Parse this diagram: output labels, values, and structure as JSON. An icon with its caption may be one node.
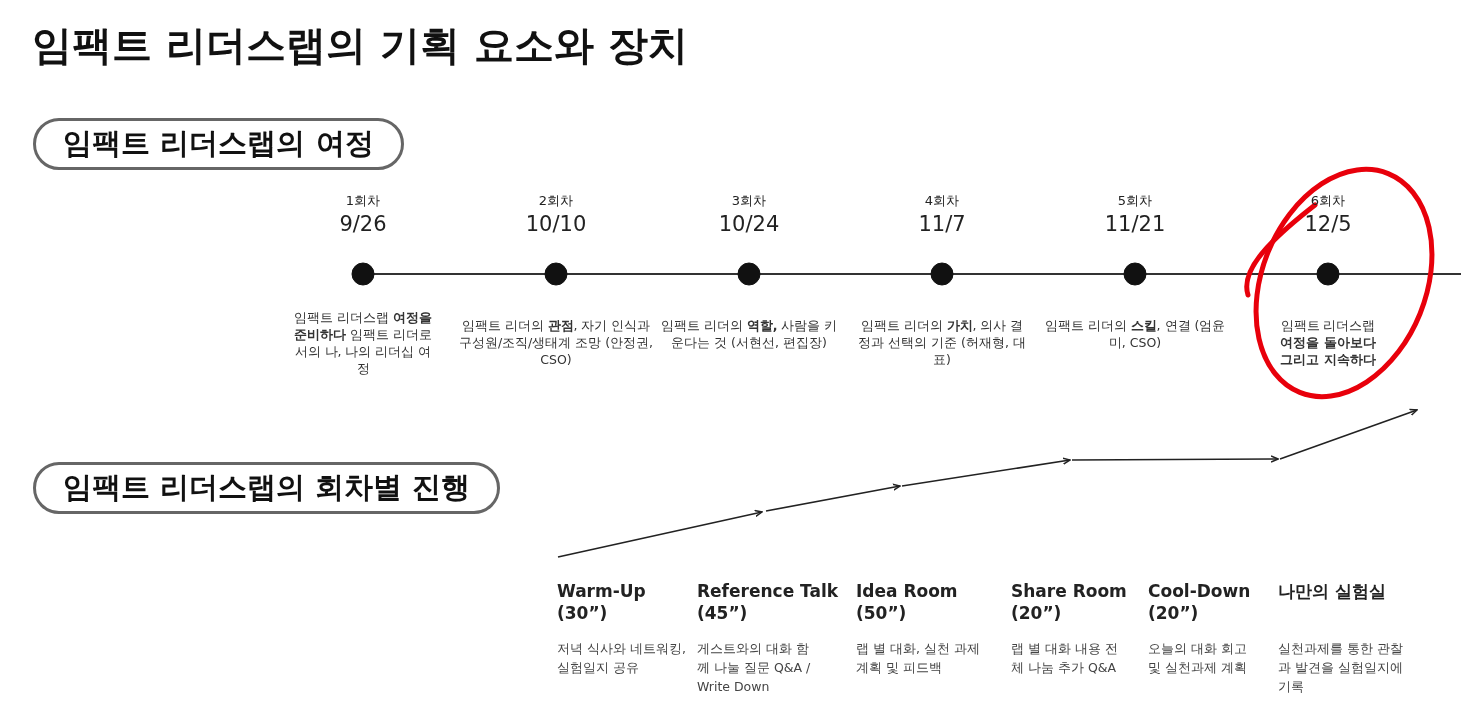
{
  "diagram": {
    "title": "임팩트 리더스랩의 기획 요소와 장치",
    "nodes": [
      {
        "text": [
          "임팩트 리더스랩의 여정"
        ]
      },
      {
        "text": [
          "임팩트 리더스랩의 회차별 진행"
        ]
      },
      {
        "text": [],
        "shape": "circle",
        "beside": [
          "1회차",
          "9/26",
          "임팩트 리더스랩 **여정을 준비하다** 임팩트 리더로서의 나, 나의 리더십 여정"
        ]
      },
      {
        "text": [],
        "shape": "circle",
        "beside": [
          "2회차",
          "10/10",
          "임팩트 리더의 **관점**, 자기 인식과 구성원/조직/생태계 조망 (안정권, CSO)"
        ]
      },
      {
        "text": [],
        "shape": "circle",
        "beside": [
          "3회차",
          "10/24",
          "임팩트 리더의 **역할,** 사람을 키운다는 것 (서현선, 편집장)"
        ]
      },
      {
        "text": [],
        "shape": "circle",
        "beside": [
          "4회차",
          "11/7",
          "임팩트 리더의 **가치**, 의사 결정과 선택의 기준 (허재형, 대표)"
        ]
      },
      {
        "text": [],
        "shape": "circle",
        "beside": [
          "5회차",
          "11/21",
          "임팩트 리더의 **스킬**, 연결 (엄윤미, CSO)"
        ]
      },
      {
        "text": [],
        "shape": "circle",
        "beside": [
          "6회차",
          "12/5",
          "임팩트 리더스랩 **여정을 돌아보다 그리고 지속하다**"
        ]
      }
    ],
    "edges": [
      {
        "from": 2,
        "to": 3,
        "arrow": "none"
      },
      {
        "from": 3,
        "to": 4,
        "arrow": "none"
      },
      {
        "from": 4,
        "to": 5,
        "arrow": "none"
      },
      {
        "from": 5,
        "to": 6,
        "arrow": "none"
      },
      {
        "from": 6,
        "to": 7,
        "arrow": "none"
      },
      {
        "from": 7,
        "to": null,
        "arrow": "none"
      }
    ],
    "labels": [
      "Warm-Up (30”)",
      "Reference Talk (45”)",
      "Idea Room (50”)",
      "Share Room (20”)",
      "Cool-Down (20”)",
      "나만의 실험실",
      "저녁 식사와 네트워킹, 실험일지 공유",
      "게스트와의 대화 함께 나눌 질문 Q&A / Write Down",
      "랩 별 대화, 실천 과제 계획 및 피드백",
      "랩 별 대화 내용 전체 나눔 추가 Q&A",
      "오늘의 대화 회고 및 실천과제 계획",
      "실천과제를 통한 관찰과 발견을 실험일지에 기록"
    ]
  }
}
